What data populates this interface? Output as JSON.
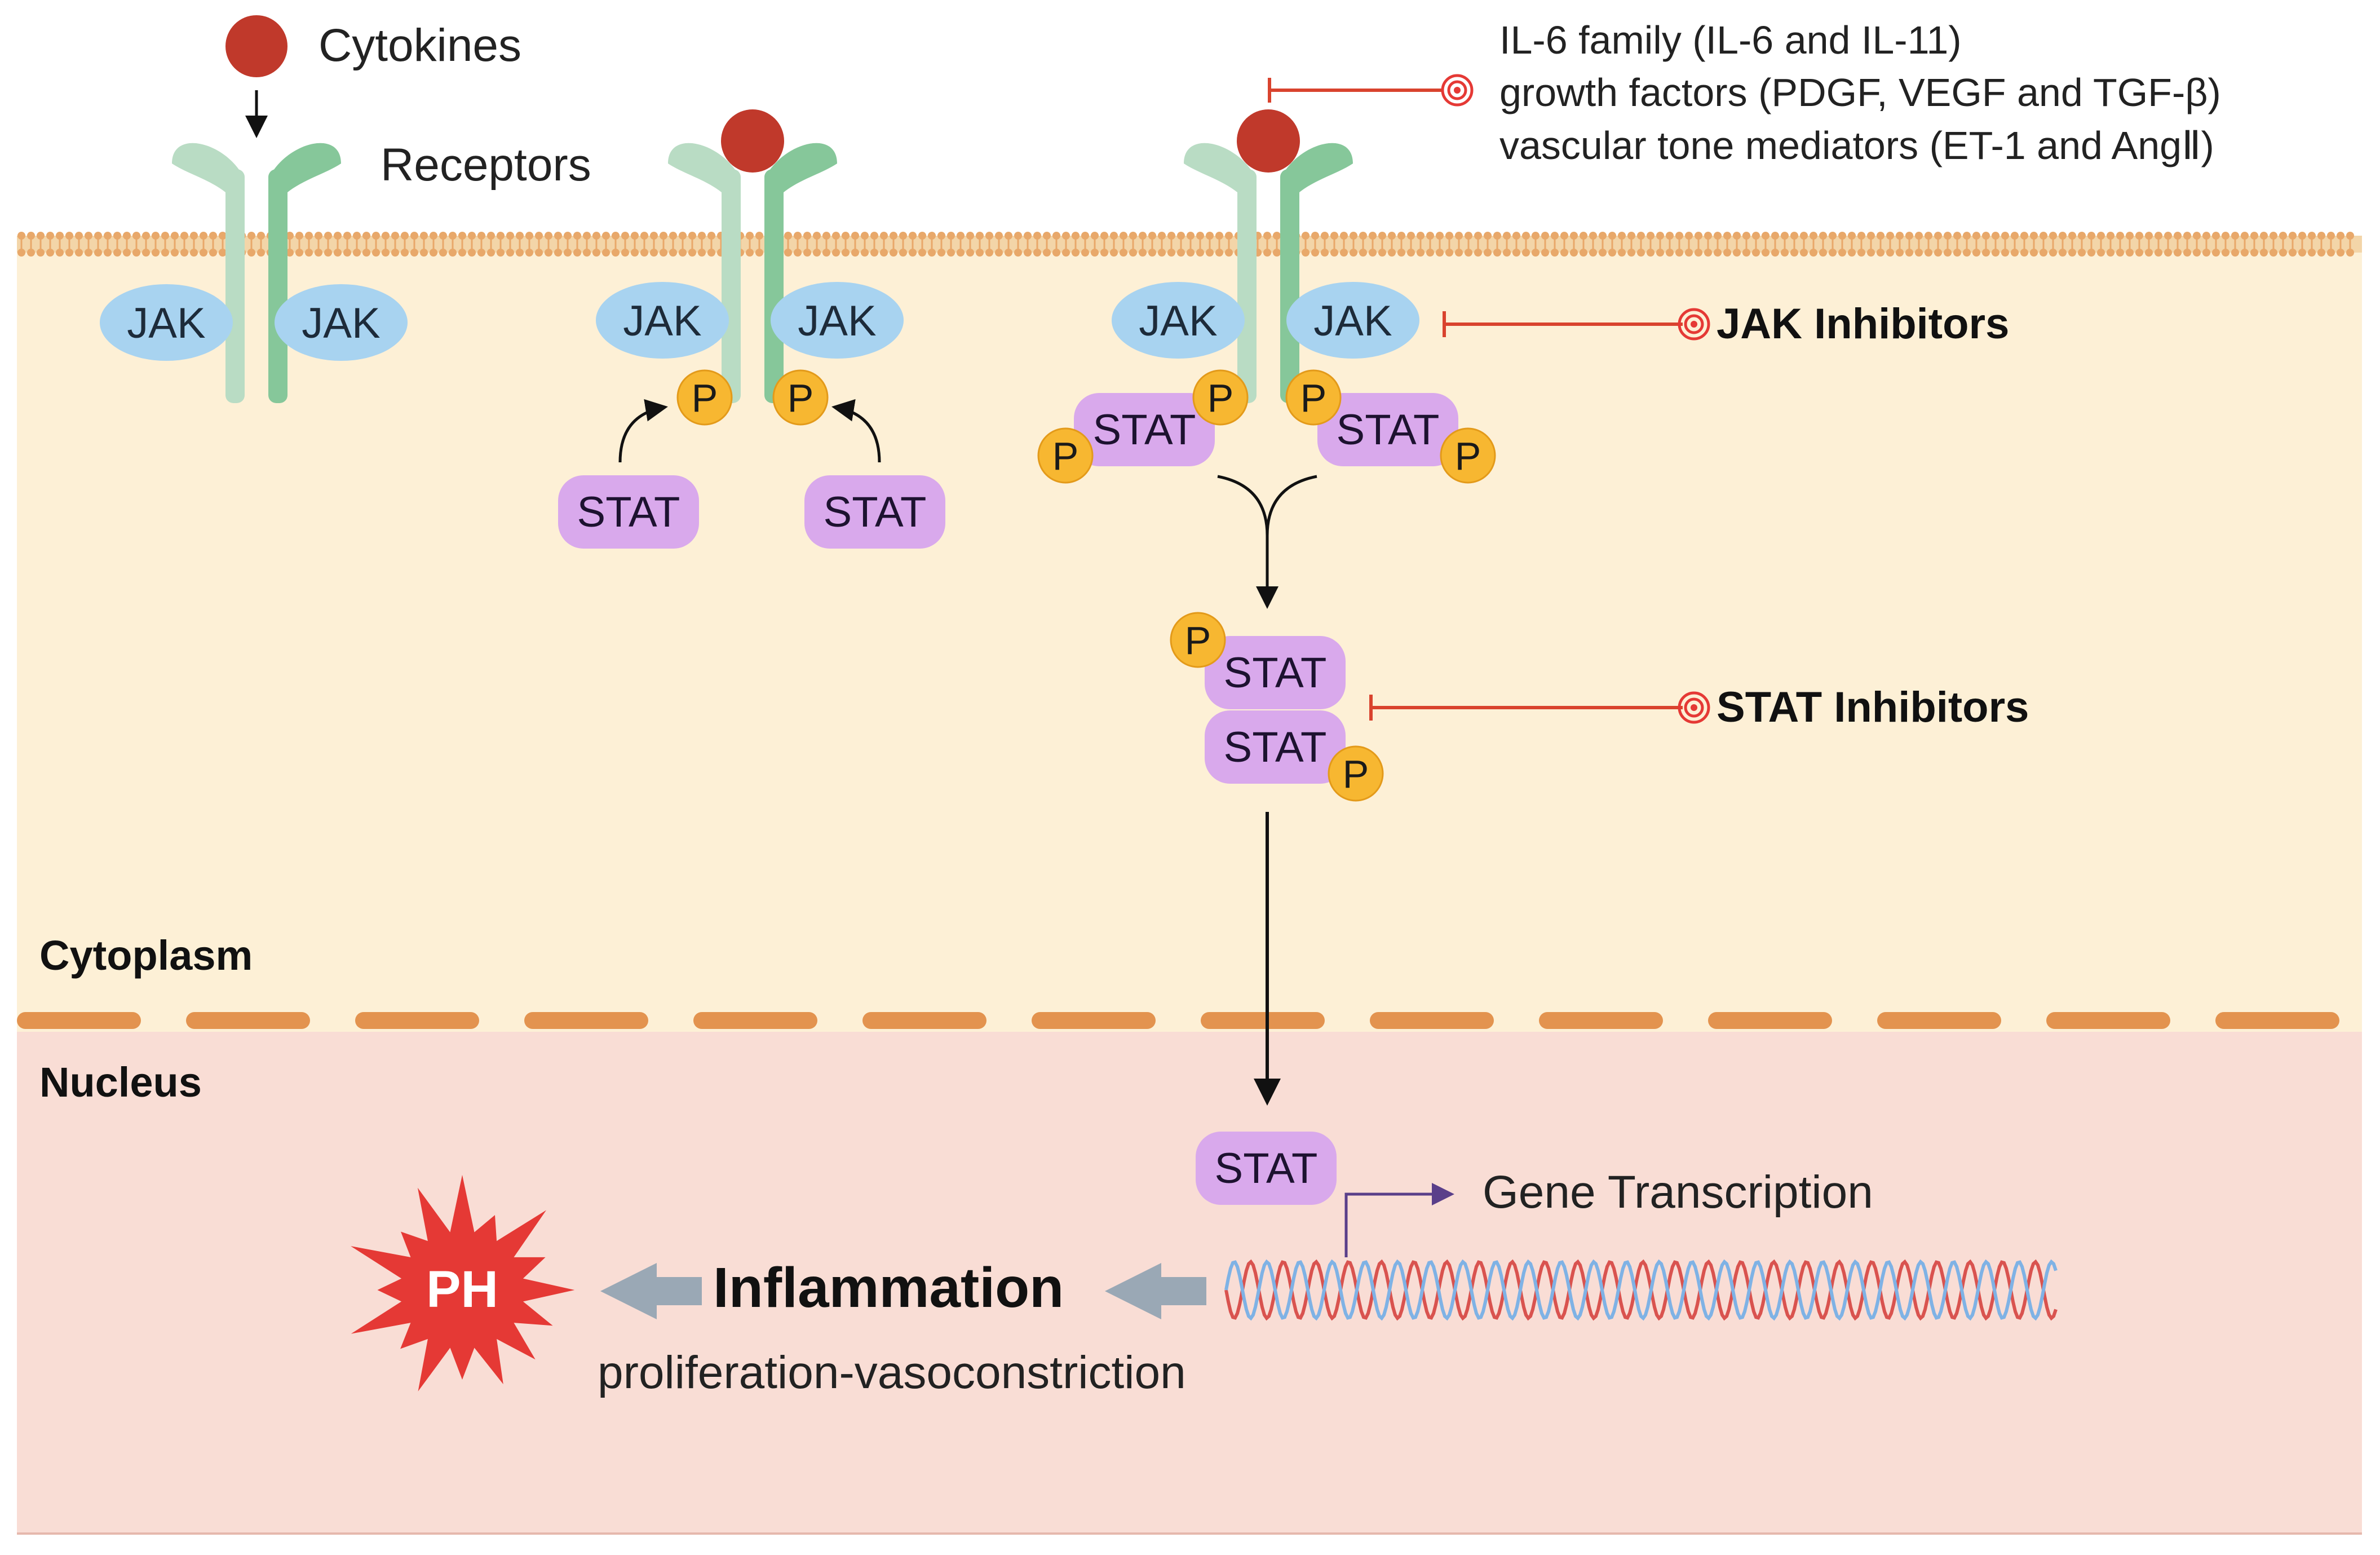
{
  "labels": {
    "cytokines": "Cytokines",
    "receptors": "Receptors",
    "cytoplasm": "Cytoplasm",
    "nucleus": "Nucleus",
    "gene_transcription": "Gene Transcription",
    "inflammation": "Inflammation",
    "effects": "proliferation-vasoconstriction",
    "ph": "PH"
  },
  "ligands": [
    "IL-6 family (IL-6 and IL-11)",
    "growth factors (PDGF, VEGF and TGF-β)",
    "vascular tone mediators (ET-1 and AngⅡ)"
  ],
  "inhibitors": {
    "jak": "JAK Inhibitors",
    "stat": "STAT Inhibitors"
  },
  "molecules": {
    "jak": "JAK",
    "stat": "STAT",
    "p": "P"
  },
  "colors": {
    "cytoplasm": "#fdf0d6",
    "nucleus": "#f9ddd5",
    "membrane": "#e8a86a",
    "nuclear_envelope": "#e3934f",
    "receptor_light": "#b9dcc4",
    "receptor_dark": "#86c79a",
    "jak": "#a8d3f0",
    "stat": "#d9a9ec",
    "phosphate": "#f7b731",
    "cytokine": "#c0392b",
    "inhibitor_line": "#d9432e",
    "inflammation_arrow": "#9aa8b5",
    "ph": "#e53935"
  }
}
